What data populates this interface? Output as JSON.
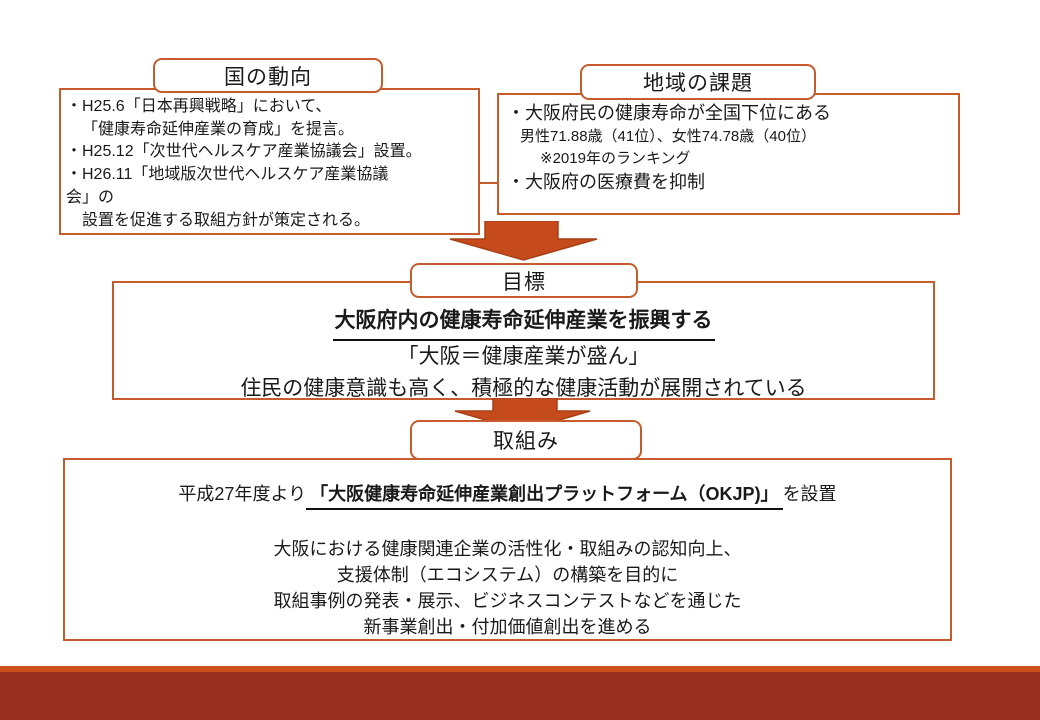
{
  "slide": {
    "background": "#ffffff"
  },
  "colors": {
    "accent-border": "#c65b2b",
    "arrow-fill": "#c54b1c",
    "arrow-edge": "#a84015",
    "footer-strip": "#cc4e1a",
    "footer-bar": "#992f20",
    "text": "#1a1a1a"
  },
  "national_trends": {
    "title": "国の動向",
    "lines": [
      "・H25.6「日本再興戦略」において、",
      "「健康寿命延伸産業の育成」を提言。",
      "・H25.12「次世代ヘルスケア産業協議会」設置。",
      "・H26.11「地域版次世代ヘルスケア産業協議",
      "会」の",
      "設置を促進する取組方針が策定される。"
    ]
  },
  "regional_issues": {
    "title": "地域の課題",
    "lines": [
      "・大阪府民の健康寿命が全国下位にある",
      "男性71.88歳（41位）、女性74.78歳（40位）",
      "※2019年のランキング",
      "・大阪府の医療費を抑制"
    ]
  },
  "goal": {
    "title": "目標",
    "headline": "大阪府内の健康寿命延伸産業を振興する",
    "subline1": "「大阪＝健康産業が盛ん」",
    "subline2": "住民の健康意識も高く、積極的な健康活動が展開されている"
  },
  "initiatives": {
    "title": "取組み",
    "intro_prefix": "平成27年度より",
    "intro_highlight": "「大阪健康寿命延伸産業創出プラットフォーム（OKJP)」",
    "intro_suffix": "を設置",
    "body_lines": [
      "大阪における健康関連企業の活性化・取組みの認知向上、",
      "支援体制（エコシステム）の構築を目的に",
      "取組事例の発表・展示、ビジネスコンテストなどを通じた",
      "新事業創出・付加価値創出を進める"
    ]
  }
}
